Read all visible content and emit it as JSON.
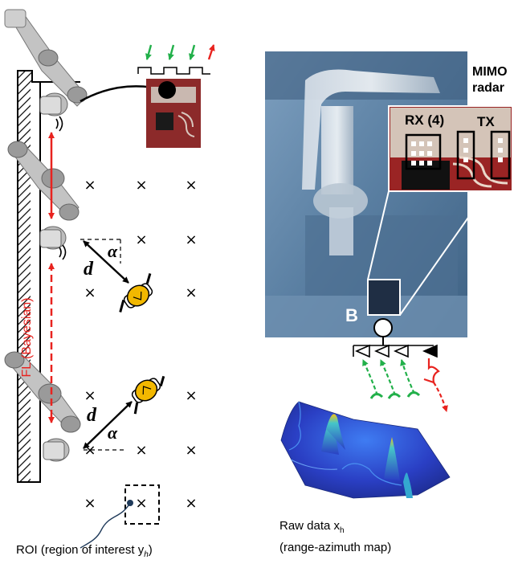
{
  "figure": {
    "grid_marker": "×",
    "distance_symbol": "d",
    "angle_symbol": "α",
    "fl_label": "FL (Bayesian)",
    "mimo_label_line1": "MIMO",
    "mimo_label_line2": "radar",
    "rx_label": "RX (4)",
    "tx_label": "TX",
    "block_label": "B",
    "rawdata_line1": "Raw data x",
    "rawdata_sub": "h",
    "rawdata_line2": "(range-azimuth map)",
    "roi_label": "ROI (region of interest y",
    "roi_sub": "h",
    "roi_close": ")"
  },
  "colors": {
    "arrow_green": "#22b04a",
    "arrow_red": "#e8231f",
    "board_red": "#8c2a2a",
    "robot_gray": "#b0b0b0",
    "operator_yellow": "#f2b800",
    "photo_blue": "#5f86a8",
    "surface_blue": "#2440c8"
  },
  "icons": [
    "robot-arm-icon",
    "radar-board-icon",
    "operator-icon",
    "antenna-icon",
    "wireless-signal-icon"
  ]
}
